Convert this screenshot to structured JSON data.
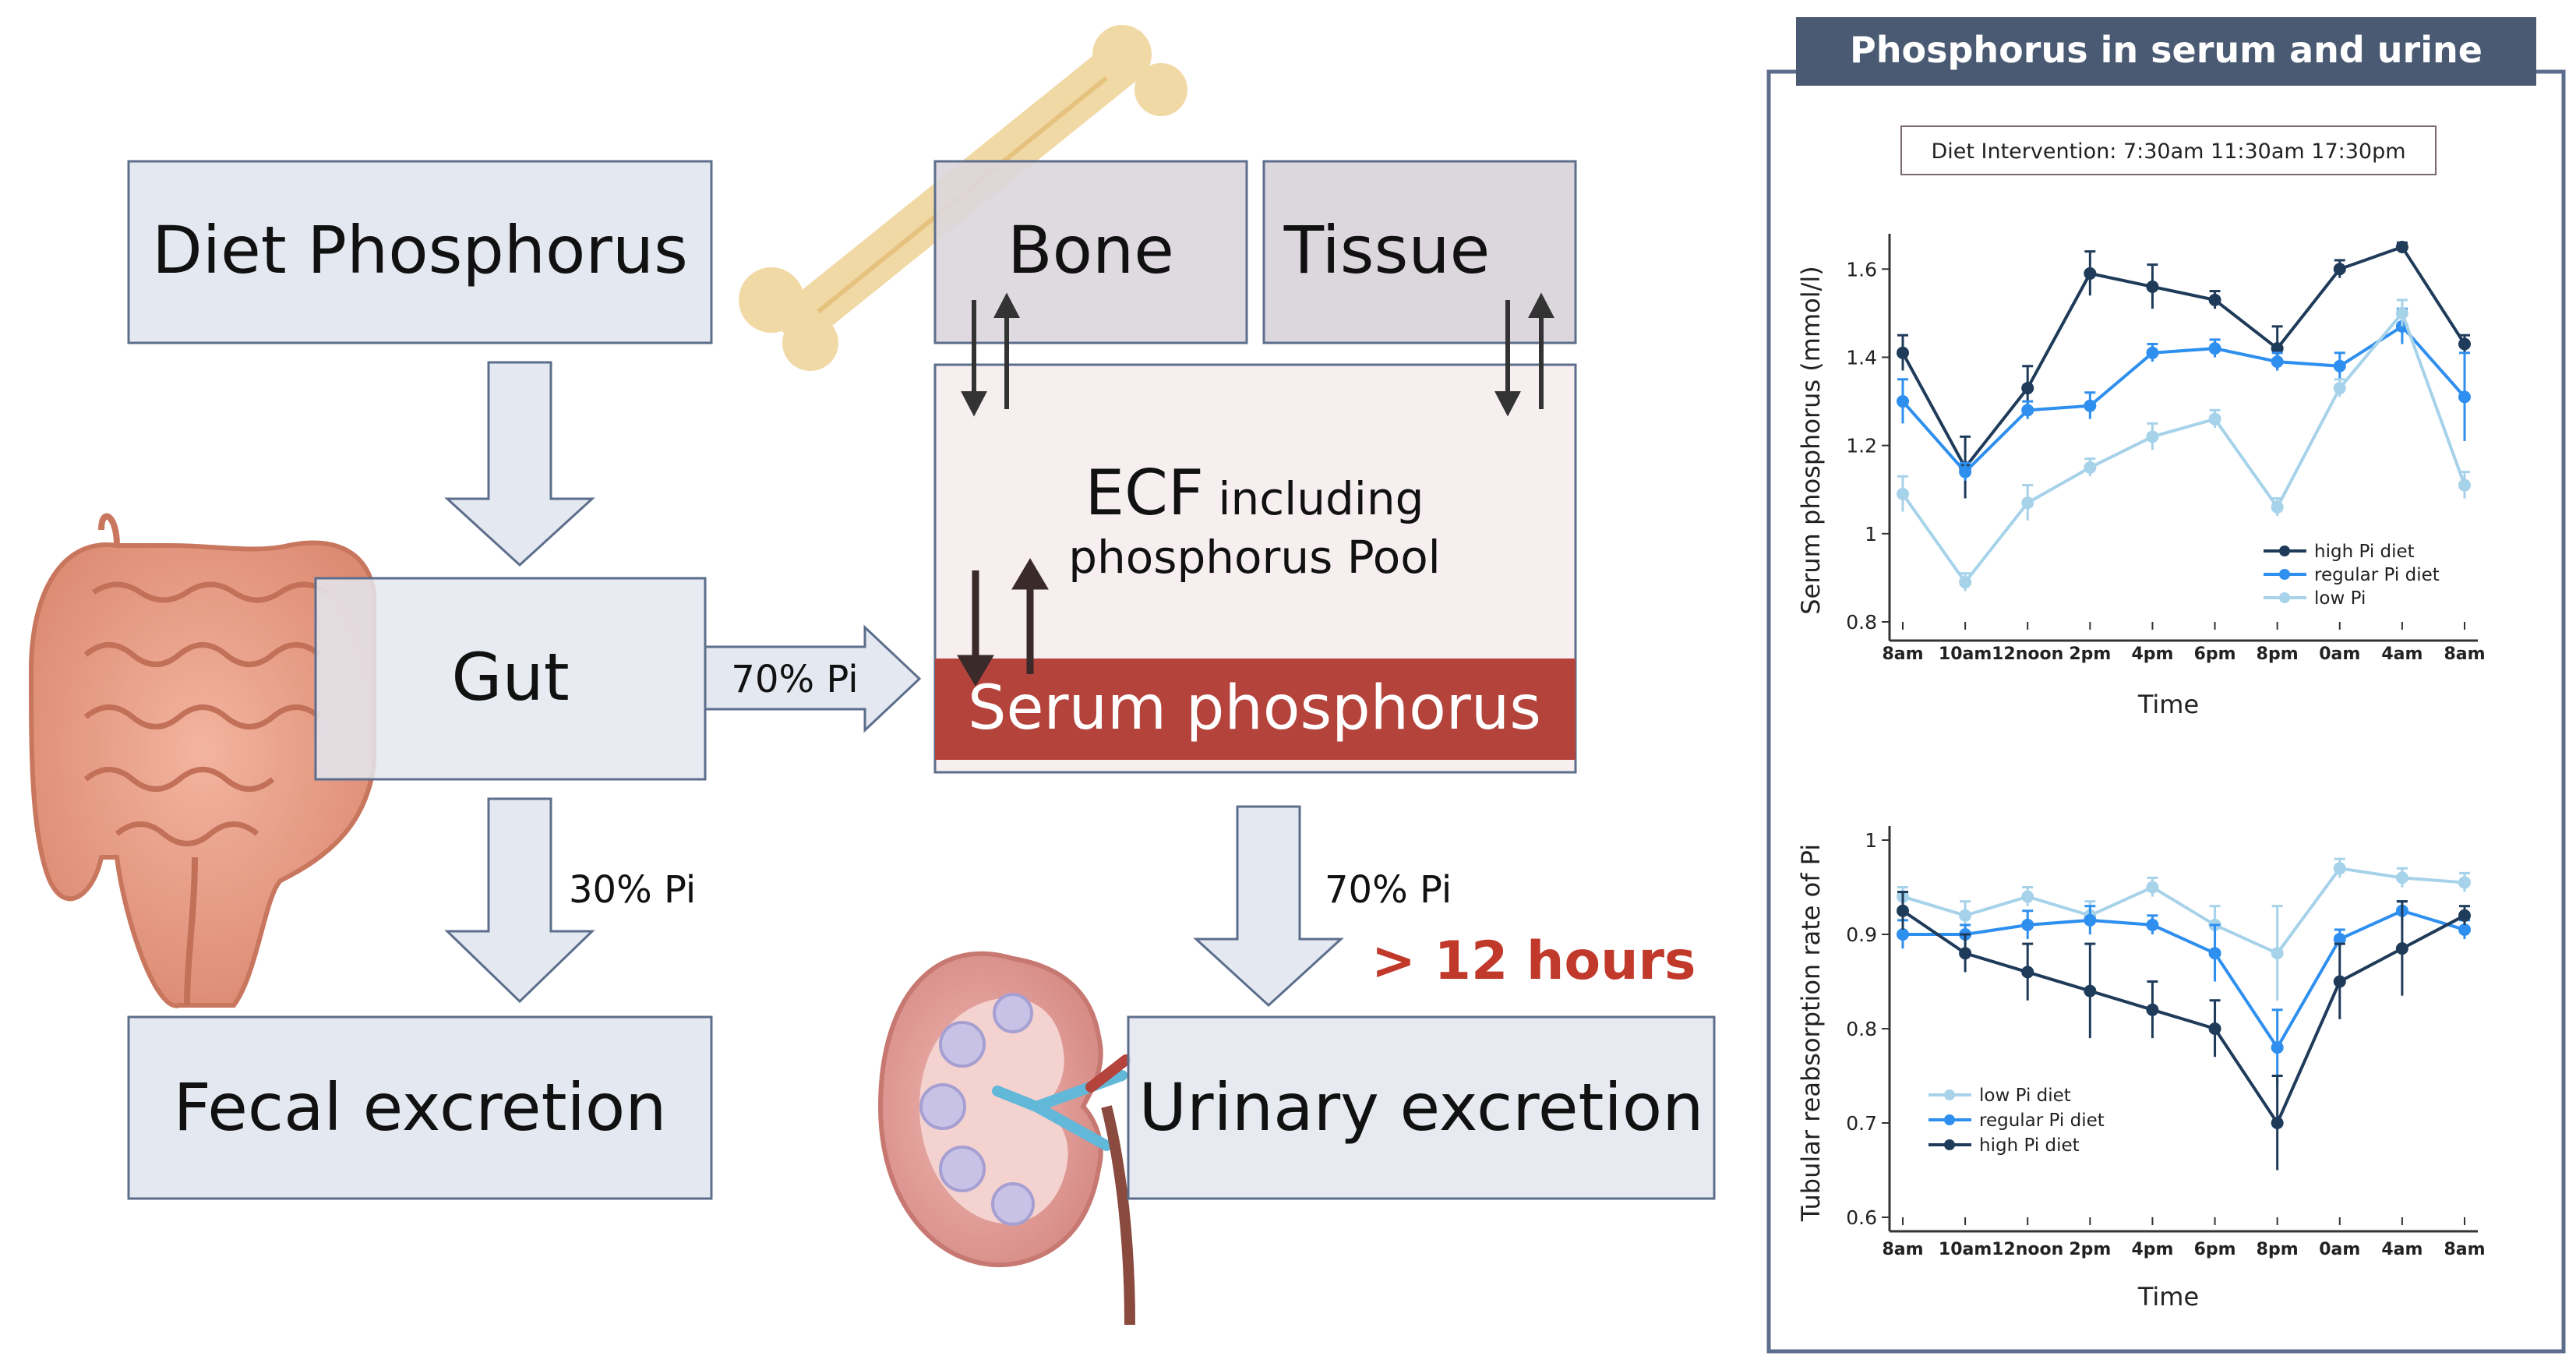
{
  "flow": {
    "diet": "Diet Phosphorus",
    "gut": "Gut",
    "fecal": "Fecal excretion",
    "bone": "Bone",
    "tissue": "Tissue",
    "ecf_main": "ECF",
    "ecf_rest": " including",
    "ecf_line2": "phosphorus Pool",
    "serum": "Serum phosphorus",
    "urinary": "Urinary excretion",
    "absorb_pct": "70% Pi",
    "fecal_pct": "30% Pi",
    "urine_pct": "70% Pi",
    "duration": "> 12 hours"
  },
  "panel": {
    "title": "Phosphorus in serum and urine",
    "intervention": "Diet Intervention: 7:30am  11:30am  17:30pm"
  },
  "colors": {
    "box_fill": "#e4e8f0",
    "box_stroke": "#5c6e8c",
    "serum_band": "#b4433c",
    "duration_text": "#c0392b",
    "title_bar": "#4a5a73",
    "high": "#1f3b5a",
    "regular": "#2e8fef",
    "low": "#a6d2ea"
  },
  "chart_data": [
    {
      "type": "line",
      "title": "",
      "xlabel": "Time",
      "ylabel": "Serum phosphorus (mmol/l)",
      "categories": [
        "8am",
        "10am",
        "12noon",
        "2pm",
        "4pm",
        "6pm",
        "8pm",
        "0am",
        "4am",
        "8am"
      ],
      "ylim": [
        0.8,
        1.68
      ],
      "yticks": [
        "0.8",
        "1",
        "1.2",
        "1.4",
        "1.6"
      ],
      "legend_position": "lower-right",
      "series": [
        {
          "name": "high Pi diet",
          "values": [
            1.41,
            1.15,
            1.33,
            1.59,
            1.56,
            1.53,
            1.42,
            1.6,
            1.65,
            1.43
          ],
          "err": [
            0.04,
            0.07,
            0.05,
            0.05,
            0.05,
            0.02,
            0.05,
            0.02,
            0.01,
            0.02
          ]
        },
        {
          "name": "regular Pi diet",
          "values": [
            1.3,
            1.14,
            1.28,
            1.29,
            1.41,
            1.42,
            1.39,
            1.38,
            1.47,
            1.31
          ],
          "err": [
            0.05,
            0.02,
            0.02,
            0.03,
            0.02,
            0.02,
            0.02,
            0.03,
            0.04,
            0.1
          ]
        },
        {
          "name": "low Pi",
          "values": [
            1.09,
            0.89,
            1.07,
            1.15,
            1.22,
            1.26,
            1.06,
            1.33,
            1.5,
            1.11
          ],
          "err": [
            0.04,
            0.02,
            0.04,
            0.02,
            0.03,
            0.02,
            0.02,
            0.02,
            0.03,
            0.03
          ]
        }
      ]
    },
    {
      "type": "line",
      "title": "",
      "xlabel": "Time",
      "ylabel": "Tubular reabsorption rate of Pi",
      "categories": [
        "8am",
        "10am",
        "12noon",
        "2pm",
        "4pm",
        "6pm",
        "8pm",
        "0am",
        "4am",
        "8am"
      ],
      "ylim": [
        0.6,
        1.0
      ],
      "yticks": [
        "0.6",
        "0.7",
        "0.8",
        "0.9",
        "1"
      ],
      "legend_position": "lower-left",
      "series": [
        {
          "name": "low Pi diet",
          "values": [
            0.94,
            0.92,
            0.94,
            0.92,
            0.95,
            0.91,
            0.88,
            0.97,
            0.96,
            0.955
          ],
          "err": [
            0.01,
            0.015,
            0.01,
            0.015,
            0.01,
            0.02,
            0.05,
            0.01,
            0.01,
            0.01
          ]
        },
        {
          "name": "regular Pi diet",
          "values": [
            0.9,
            0.9,
            0.91,
            0.915,
            0.91,
            0.88,
            0.78,
            0.895,
            0.925,
            0.905
          ],
          "err": [
            0.015,
            0.01,
            0.015,
            0.015,
            0.01,
            0.03,
            0.04,
            0.01,
            0.01,
            0.01
          ]
        },
        {
          "name": "high Pi diet",
          "values": [
            0.925,
            0.88,
            0.86,
            0.84,
            0.82,
            0.8,
            0.7,
            0.85,
            0.885,
            0.92
          ],
          "err": [
            0.02,
            0.02,
            0.03,
            0.05,
            0.03,
            0.03,
            0.05,
            0.04,
            0.05,
            0.01
          ]
        }
      ]
    }
  ]
}
